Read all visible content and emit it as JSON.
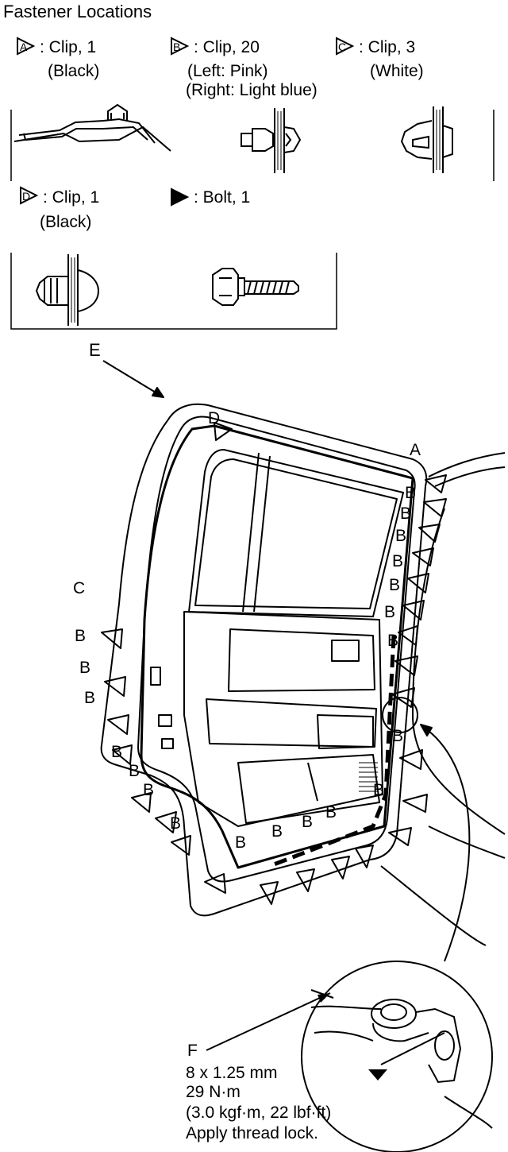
{
  "title": "Fastener Locations",
  "fasteners": [
    {
      "symbol": "A",
      "line1": ": Clip, 1",
      "line2": "(Black)",
      "line3": ""
    },
    {
      "symbol": "B",
      "line1": ": Clip, 20",
      "line2": "(Left: Pink)",
      "line3": "(Right: Light blue)"
    },
    {
      "symbol": "C",
      "line1": ": Clip, 3",
      "line2": "(White)",
      "line3": ""
    },
    {
      "symbol": "D",
      "line1": ": Clip, 1",
      "line2": "(Black)",
      "line3": ""
    },
    {
      "symbol": "bolt",
      "line1": ": Bolt, 1",
      "line2": "",
      "line3": ""
    }
  ],
  "callouts": {
    "E": "E",
    "A": "A",
    "C": "C",
    "D": "D",
    "F": "F",
    "B": "B"
  },
  "spec": {
    "line1": "8 x 1.25 mm",
    "line2": "29 N·m",
    "line3": "(3.0 kgf·m, 22 lbf·ft)",
    "line4": "Apply thread lock."
  }
}
